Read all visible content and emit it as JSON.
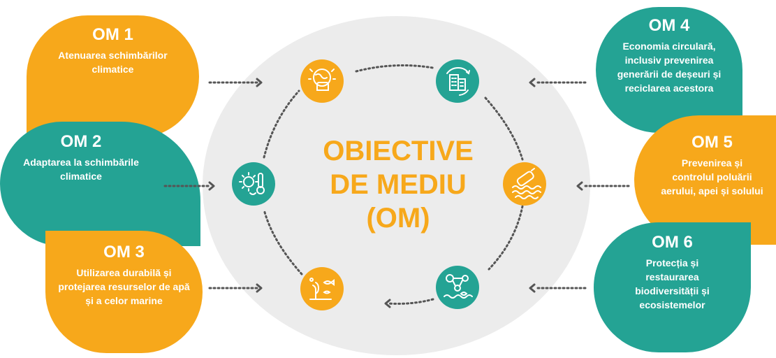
{
  "title": {
    "line1": "OBIECTIVE",
    "line2": "DE MEDIU",
    "line3": "(OM)"
  },
  "objectives": [
    {
      "code": "OM 1",
      "label": "Atenuarea schimbărilor climatice",
      "icon": "globe-fist-icon",
      "color": "#f7a81b"
    },
    {
      "code": "OM 2",
      "label": "Adaptarea la schimbările climatice",
      "icon": "sun-thermometer-icon",
      "color": "#24a394"
    },
    {
      "code": "OM 3",
      "label": "Utilizarea durabilă și protejarea resurselor de apă și a celor marine",
      "icon": "coral-fish-icon",
      "color": "#f7a81b"
    },
    {
      "code": "OM 4",
      "label": "Economia circulară, inclusiv prevenirea generării de deșeuri și reciclarea acestora",
      "icon": "recycle-building-icon",
      "color": "#24a394"
    },
    {
      "code": "OM 5",
      "label": "Prevenirea și controlul poluării aerului, apei și solului",
      "icon": "bottle-water-icon",
      "color": "#f7a81b"
    },
    {
      "code": "OM 6",
      "label": "Protecția și restaurarea biodiversității și ecosistemelor",
      "icon": "ecosystem-network-icon",
      "color": "#24a394"
    }
  ],
  "colors": {
    "orange": "#f7a81b",
    "teal": "#24a394",
    "circle": "#ececec",
    "arrow": "#555555"
  }
}
